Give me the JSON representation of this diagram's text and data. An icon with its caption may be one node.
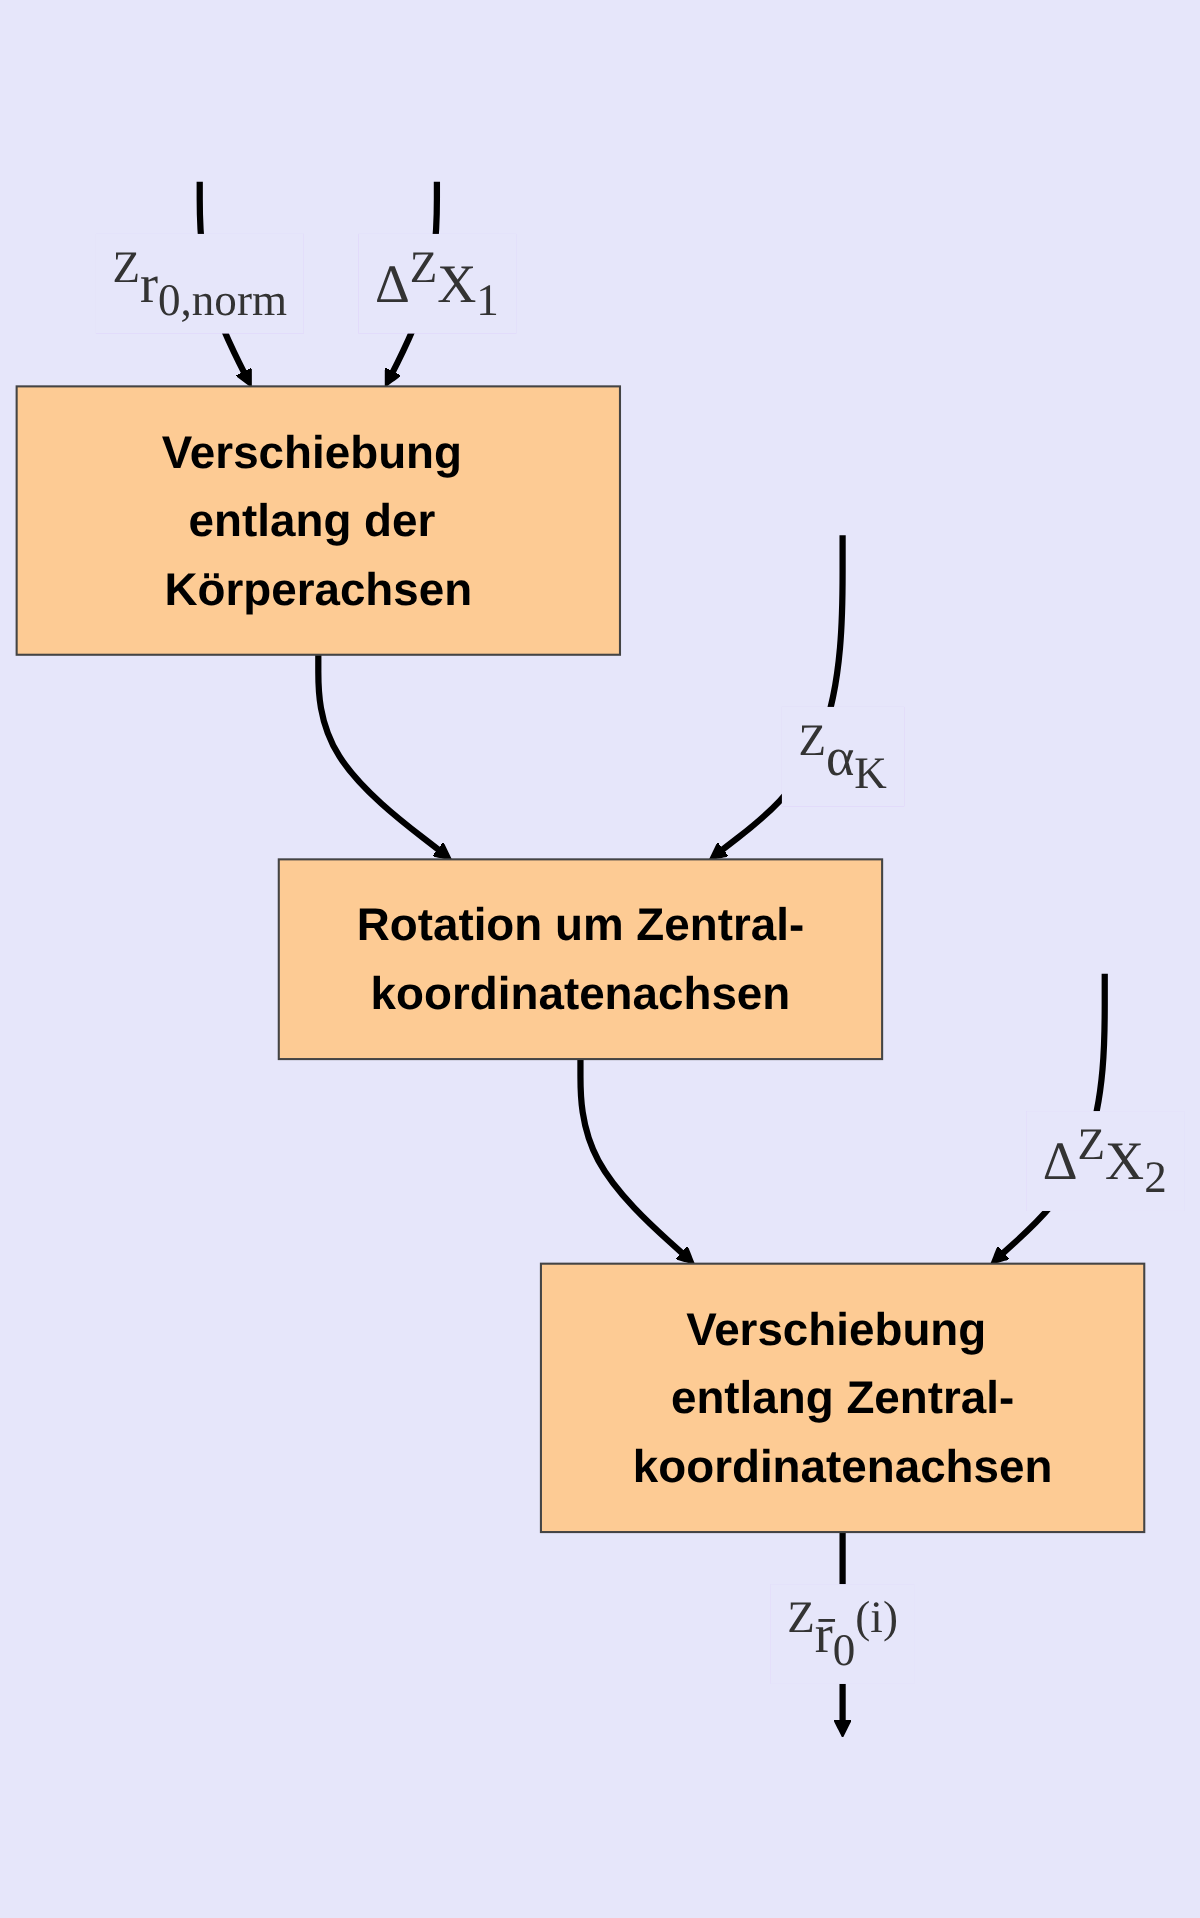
{
  "diagram": {
    "nodes": [
      {
        "text": [
          "Verschiebung entlang der Körperachsen"
        ]
      },
      {
        "text": [
          "Rotation um Zentral-koordinatenachsen"
        ]
      },
      {
        "text": [
          "Verschiebung entlang Zentral-koordinatenachsen"
        ]
      }
    ],
    "edges": [
      {
        "from": null,
        "to": 0,
        "arrow": "to",
        "label": "$^{Z}$r$_{0,norm}$"
      },
      {
        "from": null,
        "to": 0,
        "arrow": "to",
        "label": "Δ$^{Z}$X$_{1}$"
      },
      {
        "from": 0,
        "to": 1,
        "arrow": "to"
      },
      {
        "from": null,
        "to": 1,
        "arrow": "to",
        "label": "$^{Z}$α$_{K}$"
      },
      {
        "from": 1,
        "to": 2,
        "arrow": "to"
      },
      {
        "from": null,
        "to": 2,
        "arrow": "to",
        "label": "Δ$^{Z}$X$_{2}$"
      },
      {
        "from": 2,
        "to": null,
        "arrow": "to",
        "label": "$^{Z}$r̄$_{0}$$^{(i)}$"
      }
    ]
  }
}
